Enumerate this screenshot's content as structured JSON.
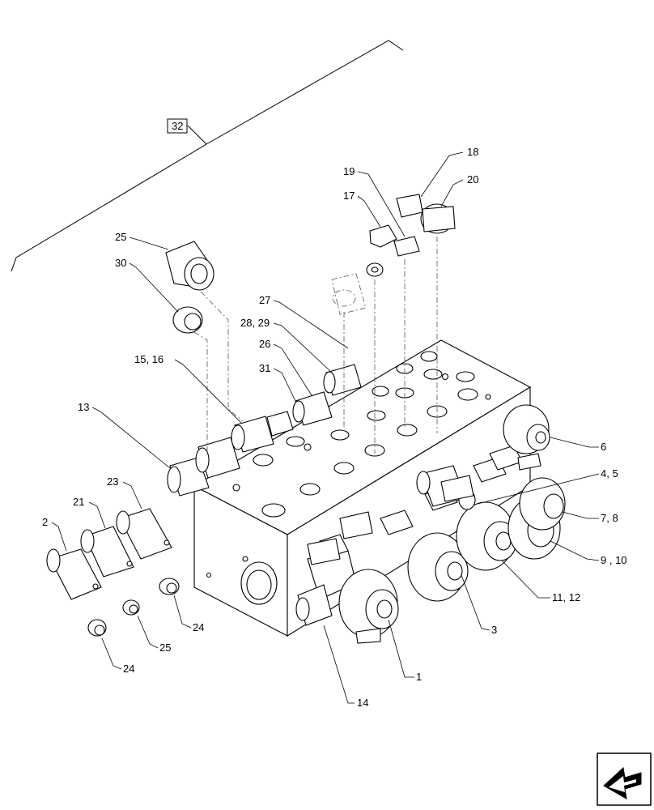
{
  "callouts": {
    "c32": "32",
    "c18": "18",
    "c19": "19",
    "c20": "20",
    "c17": "17",
    "c25a": "25",
    "c30": "30",
    "c27": "27",
    "c2829": "28, 29",
    "c26": "26",
    "c1516": "15, 16",
    "c31": "31",
    "c13": "13",
    "c6": "6",
    "c45": "4, 5",
    "c23": "23",
    "c21": "21",
    "c2": "2",
    "c78": "7, 8",
    "c910": "9 , 10",
    "c1112": "11, 12",
    "c3": "3",
    "c24a": "24",
    "c25b": "25",
    "c24b": "24",
    "c1": "1",
    "c14": "14"
  },
  "icons": {
    "nav": "arrow-navigation-icon"
  }
}
